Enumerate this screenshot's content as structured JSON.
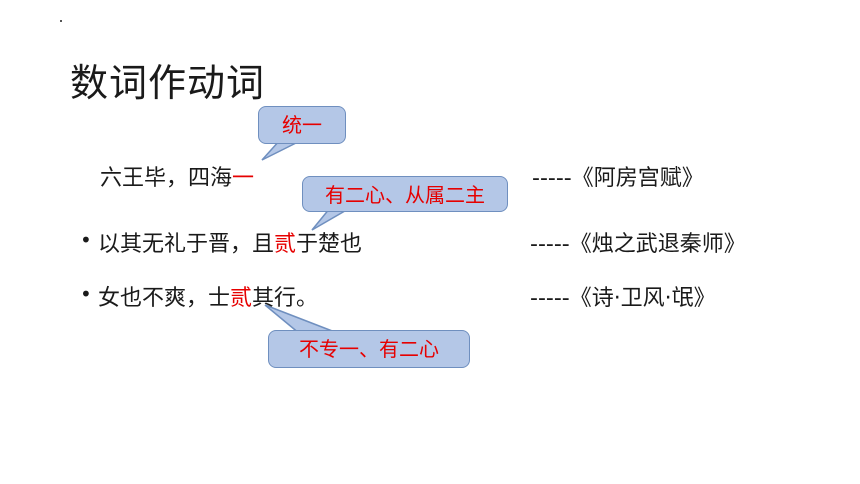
{
  "slide": {
    "title": "数词作动词",
    "lines": [
      {
        "before": "六王毕，四海",
        "highlight": "一",
        "after": "",
        "source": "-----《阿房宫赋》"
      },
      {
        "before": "以其无礼于晋，且",
        "highlight": "贰",
        "after": "于楚也",
        "source": "-----《烛之武退秦师》"
      },
      {
        "before": "女也不爽，士",
        "highlight": "贰",
        "after": "其行。",
        "source": "-----《诗·卫风·氓》"
      }
    ],
    "bullet_symbol": "•",
    "callouts": [
      {
        "text": "统一"
      },
      {
        "text": "有二心、从属二主"
      },
      {
        "text": "不专一、有二心"
      }
    ]
  }
}
